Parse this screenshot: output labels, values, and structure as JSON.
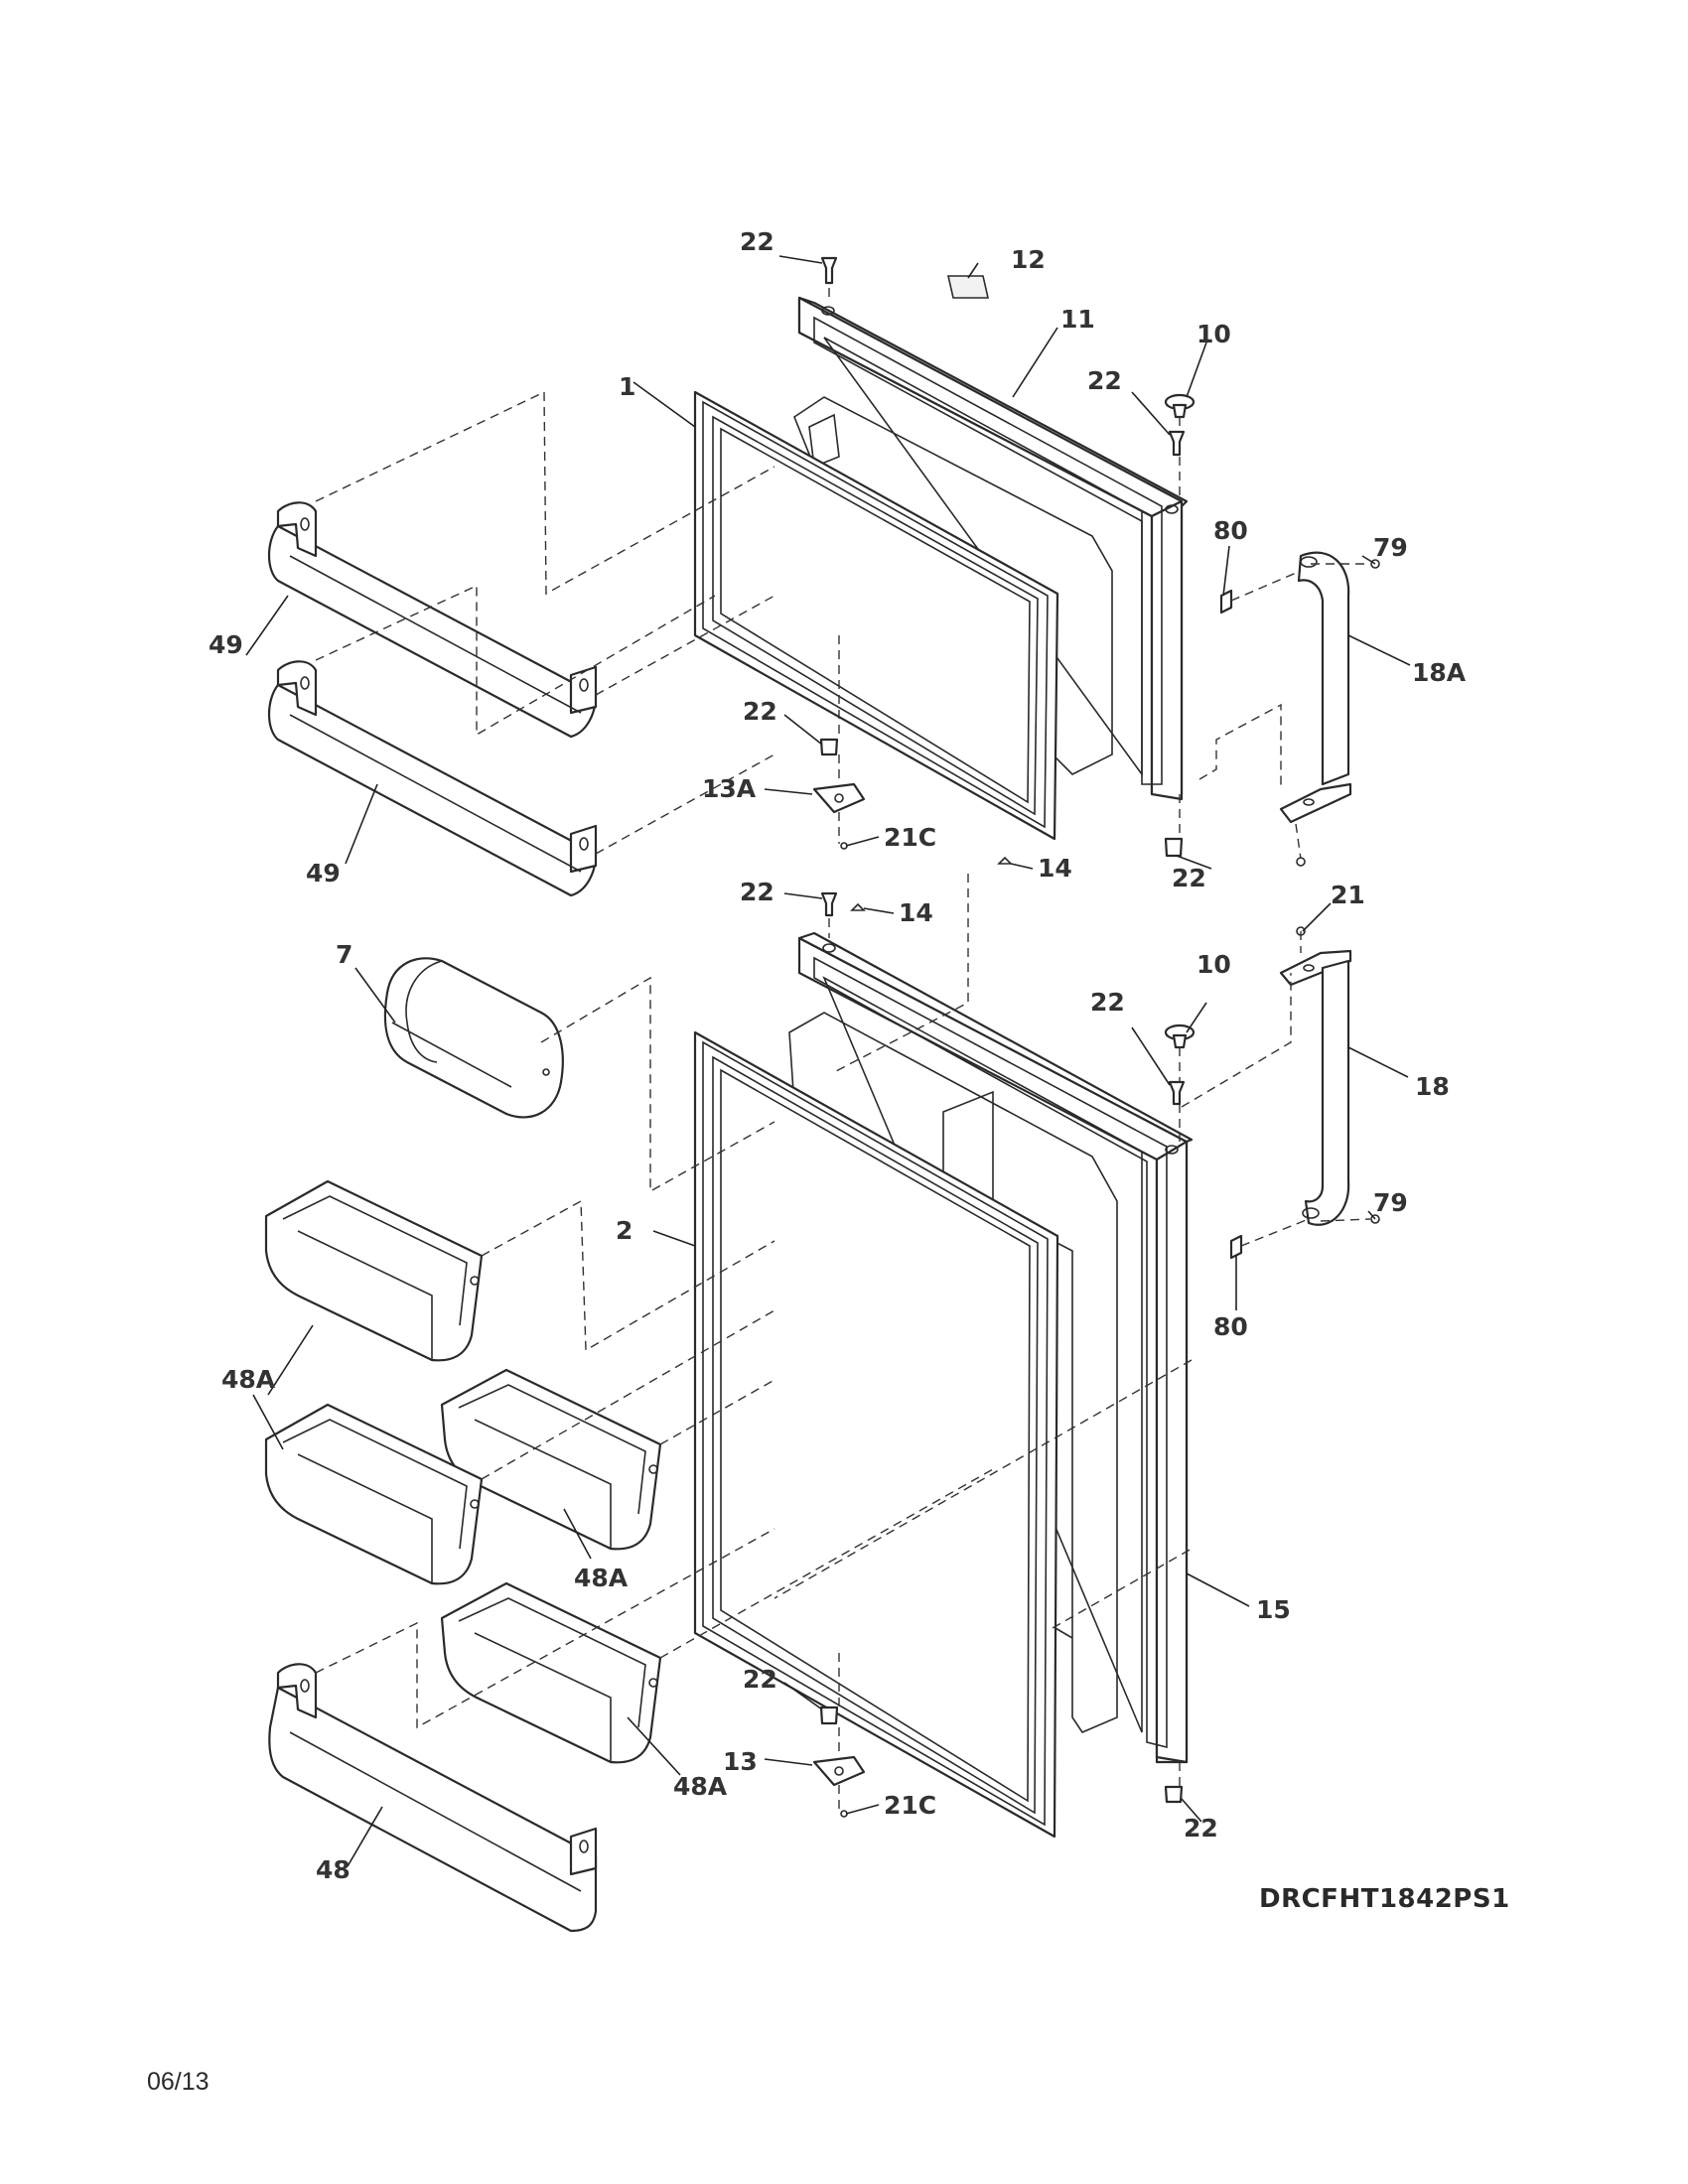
{
  "diagram": {
    "callouts": {
      "c22a": "22",
      "c12": "12",
      "c11": "11",
      "c10a": "10",
      "c22b": "22",
      "c1": "1",
      "c80a": "80",
      "c79a": "79",
      "c18A": "18A",
      "c49a": "49",
      "c49b": "49",
      "c22c": "22",
      "c13A": "13A",
      "c21Ca": "21C",
      "c22d": "22",
      "c14a": "14",
      "c22e": "22",
      "c14b": "14",
      "c21": "21",
      "c7": "7",
      "c10b": "10",
      "c22f": "22",
      "c18": "18",
      "c2": "2",
      "c79b": "79",
      "c80b": "80",
      "c48Aa": "48A",
      "c48Ab": "48A",
      "c15": "15",
      "c22g": "22",
      "c13": "13",
      "c21Cb": "21C",
      "c48Ac": "48A",
      "c22h": "22",
      "c48": "48"
    },
    "model_code": "DRCFHT1842PS1",
    "date": "06/13"
  }
}
